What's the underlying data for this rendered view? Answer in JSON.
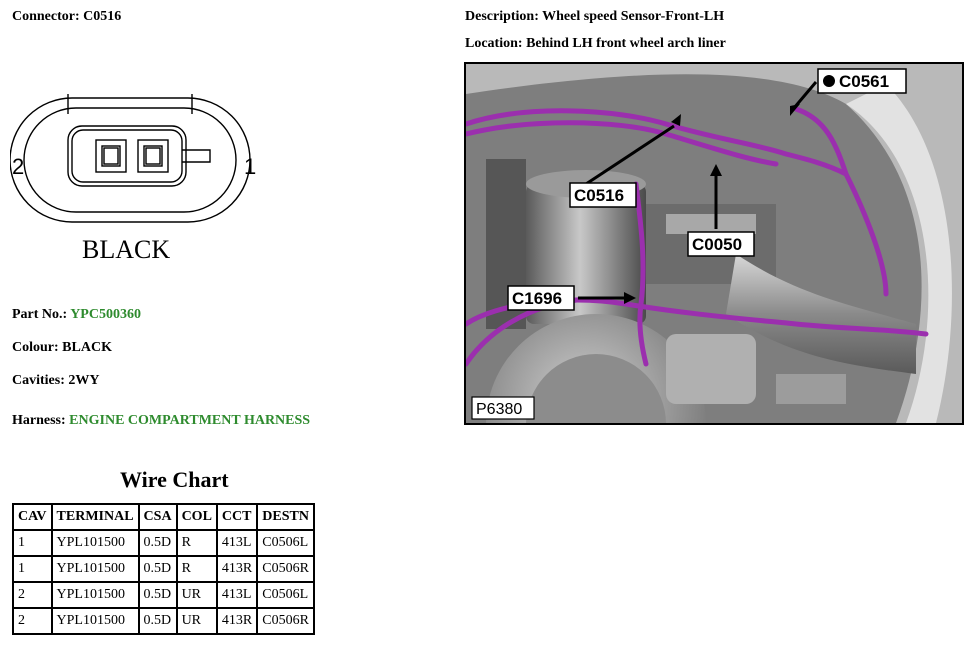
{
  "connector": {
    "label": "Connector:",
    "value": "C0516"
  },
  "description": {
    "label": "Description:",
    "value": "Wheel speed Sensor-Front-LH"
  },
  "location": {
    "label": "Location:",
    "value": "Behind LH front wheel arch liner"
  },
  "diagram": {
    "pin_left": "2",
    "pin_right": "1",
    "colour_text": "BLACK"
  },
  "part_no": {
    "label": "Part No.:",
    "value": "YPC500360"
  },
  "colour": {
    "label": "Colour:",
    "value": "BLACK"
  },
  "cavities": {
    "label": "Cavities:",
    "value": "2WY"
  },
  "harness": {
    "label": "Harness:",
    "value": "ENGINE COMPARTMENT HARNESS"
  },
  "wire_chart": {
    "title": "Wire Chart",
    "headers": [
      "CAV",
      "TERMINAL",
      "CSA",
      "COL",
      "CCT",
      "DESTN"
    ],
    "rows": [
      [
        "1",
        "YPL101500",
        "0.5D",
        "R",
        "413L",
        "C0506L"
      ],
      [
        "1",
        "YPL101500",
        "0.5D",
        "R",
        "413R",
        "C0506R"
      ],
      [
        "2",
        "YPL101500",
        "0.5D",
        "UR",
        "413L",
        "C0506L"
      ],
      [
        "2",
        "YPL101500",
        "0.5D",
        "UR",
        "413R",
        "C0506R"
      ]
    ]
  },
  "photo": {
    "callouts": {
      "c0561": "C0561",
      "c0516": "C0516",
      "c0050": "C0050",
      "c1696": "C1696"
    },
    "ref": "P6380",
    "harness_color": "#9b2fae"
  }
}
